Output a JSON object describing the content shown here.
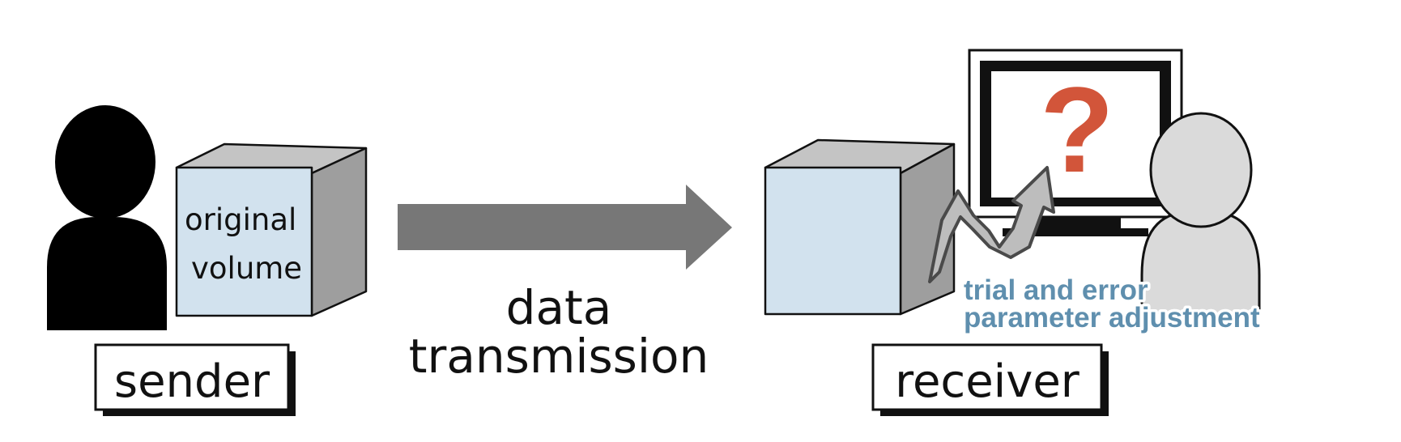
{
  "sender": {
    "volume_text_line1": "original",
    "volume_text_line2": "volume",
    "label": "sender"
  },
  "transmission": {
    "line1": "data",
    "line2": "transmission"
  },
  "receiver": {
    "label": "receiver",
    "screen_symbol": "?",
    "adjust_line1": "trial and error",
    "adjust_line2": "parameter adjustment"
  },
  "colors": {
    "sender_figure": "#000000",
    "receiver_figure": "#dadada",
    "cube_face": "#d2e2ee",
    "cube_top": "#c4c4c4",
    "cube_side": "#9e9e9e",
    "arrow": "#777777",
    "question_mark": "#d2553a",
    "adjust_text": "#5f8fae"
  },
  "icons": [
    "person-icon",
    "cube-icon",
    "arrow-right-icon",
    "monitor-icon",
    "question-mark-icon",
    "zigzag-arrow-icon"
  ]
}
